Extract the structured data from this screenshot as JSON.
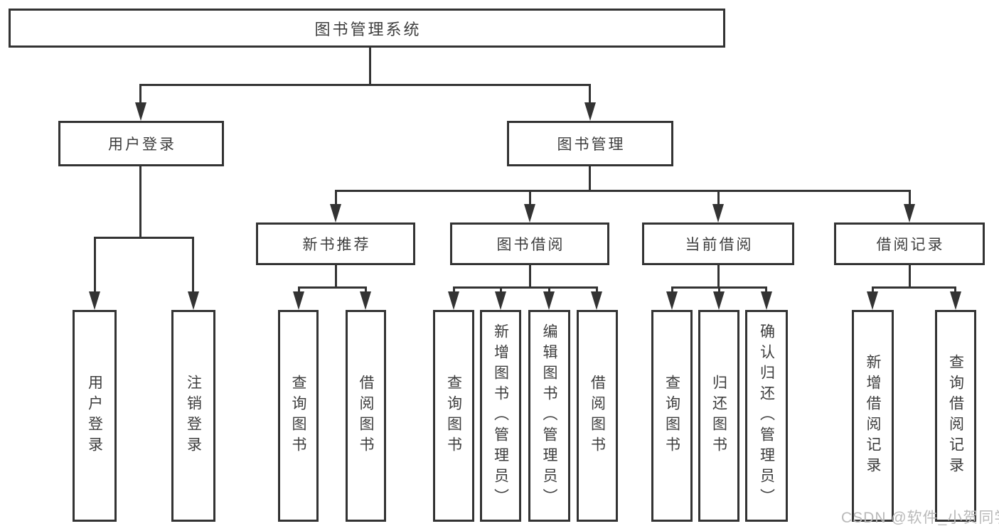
{
  "colors": {
    "line": "#333333",
    "text": "#3d3d3d",
    "background": "#ffffff",
    "watermark": "#b9b9b9"
  },
  "watermark": {
    "text": "CSDN @软件_小贺同学"
  },
  "nodes": {
    "root": {
      "label": "图书管理系统"
    },
    "user_login": {
      "label": "用户登录"
    },
    "book_mgmt": {
      "label": "图书管理"
    },
    "new_book_rec": {
      "label": "新书推荐"
    },
    "book_borrow": {
      "label": "图书借阅"
    },
    "current_borrow": {
      "label": "当前借阅"
    },
    "borrow_records": {
      "label": "借阅记录"
    },
    "leaf_user_login": {
      "label": "用户登录"
    },
    "leaf_logout": {
      "label": "注销登录"
    },
    "leaf_rec_query": {
      "label": "查询图书"
    },
    "leaf_rec_borrow": {
      "label": "借阅图书"
    },
    "leaf_bb_query": {
      "label": "查询图书"
    },
    "leaf_bb_add": {
      "label": "新增图书（管理员）"
    },
    "leaf_bb_edit": {
      "label": "编辑图书（管理员）"
    },
    "leaf_bb_borrow": {
      "label": "借阅图书"
    },
    "leaf_cb_query": {
      "label": "查询图书"
    },
    "leaf_cb_return": {
      "label": "归还图书"
    },
    "leaf_cb_confirm": {
      "label": "确认归还（管理员）"
    },
    "leaf_br_add": {
      "label": "新增借阅记录"
    },
    "leaf_br_query": {
      "label": "查询借阅记录"
    }
  },
  "hierarchy": {
    "图书管理系统": {
      "用户登录": [
        "用户登录",
        "注销登录"
      ],
      "图书管理": {
        "新书推荐": [
          "查询图书",
          "借阅图书"
        ],
        "图书借阅": [
          "查询图书",
          "新增图书（管理员）",
          "编辑图书（管理员）",
          "借阅图书"
        ],
        "当前借阅": [
          "查询图书",
          "归还图书",
          "确认归还（管理员）"
        ],
        "借阅记录": [
          "新增借阅记录",
          "查询借阅记录"
        ]
      }
    }
  }
}
